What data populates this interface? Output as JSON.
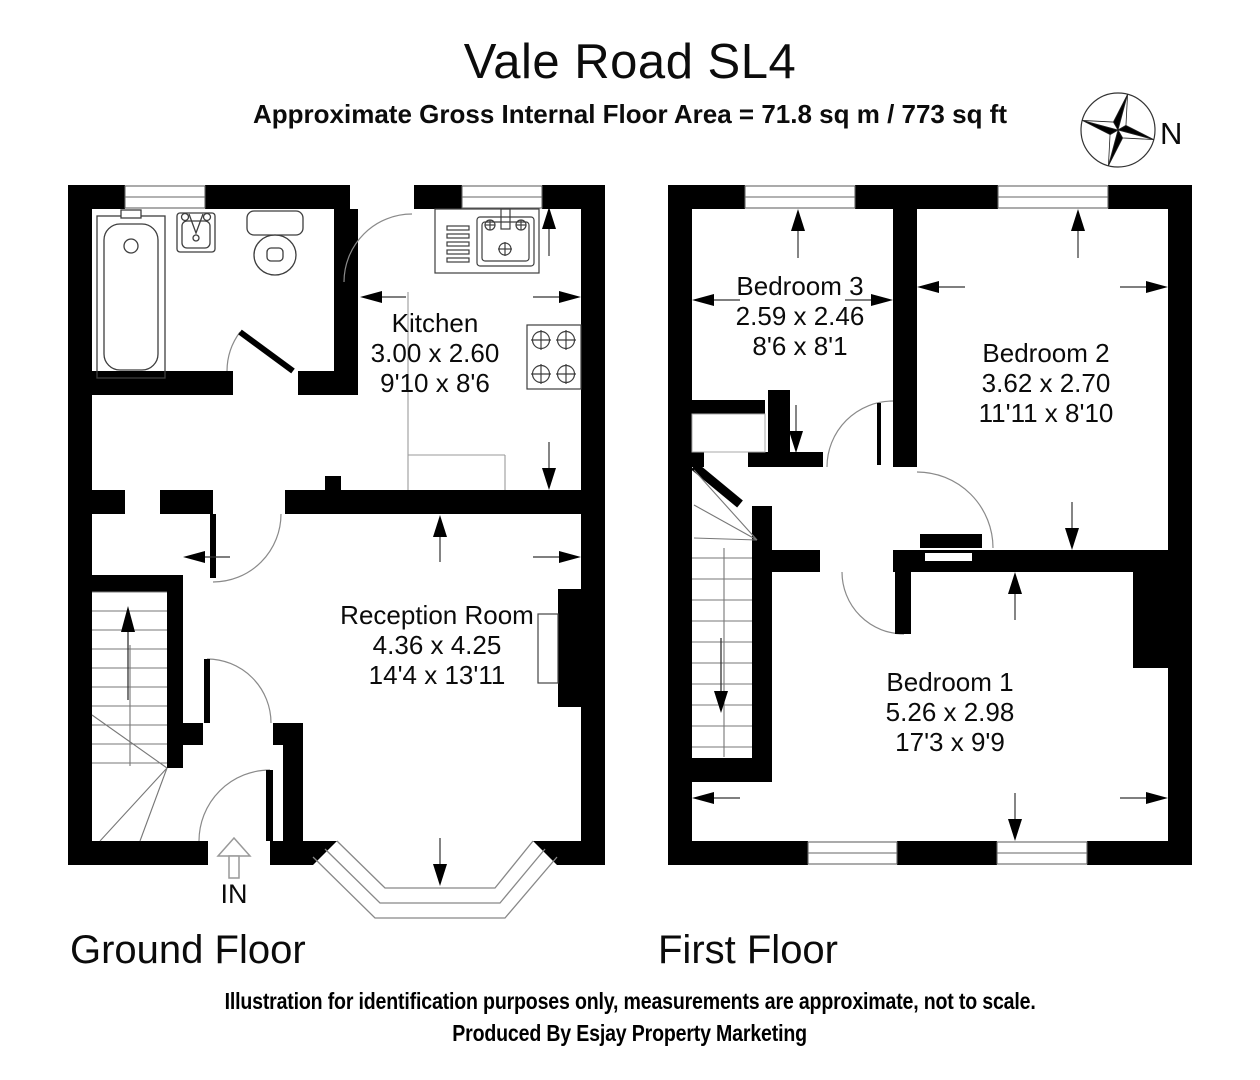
{
  "header": {
    "title": "Vale Road SL4",
    "subtitle": "Approximate Gross Internal Floor Area = 71.8 sq m / 773 sq ft"
  },
  "compass": {
    "north_label": "N"
  },
  "floors": {
    "ground": {
      "label": "Ground Floor",
      "entrance_label": "IN",
      "rooms": {
        "kitchen": {
          "name": "Kitchen",
          "metric": "3.00 x 2.60",
          "imperial": "9'10 x 8'6"
        },
        "reception": {
          "name": "Reception Room",
          "metric": "4.36 x 4.25",
          "imperial": "14'4 x 13'11"
        }
      }
    },
    "first": {
      "label": "First Floor",
      "rooms": {
        "bedroom3": {
          "name": "Bedroom 3",
          "metric": "2.59 x 2.46",
          "imperial": "8'6 x 8'1"
        },
        "bedroom2": {
          "name": "Bedroom 2",
          "metric": "3.62 x 2.70",
          "imperial": "11'11 x 8'10"
        },
        "bedroom1": {
          "name": "Bedroom 1",
          "metric": "5.26 x 2.98",
          "imperial": "17'3 x 9'9"
        }
      }
    }
  },
  "footer": {
    "line1": "Illustration for identification purposes only, measurements are approximate, not to scale.",
    "line2": "Produced By Esjay Property Marketing"
  }
}
